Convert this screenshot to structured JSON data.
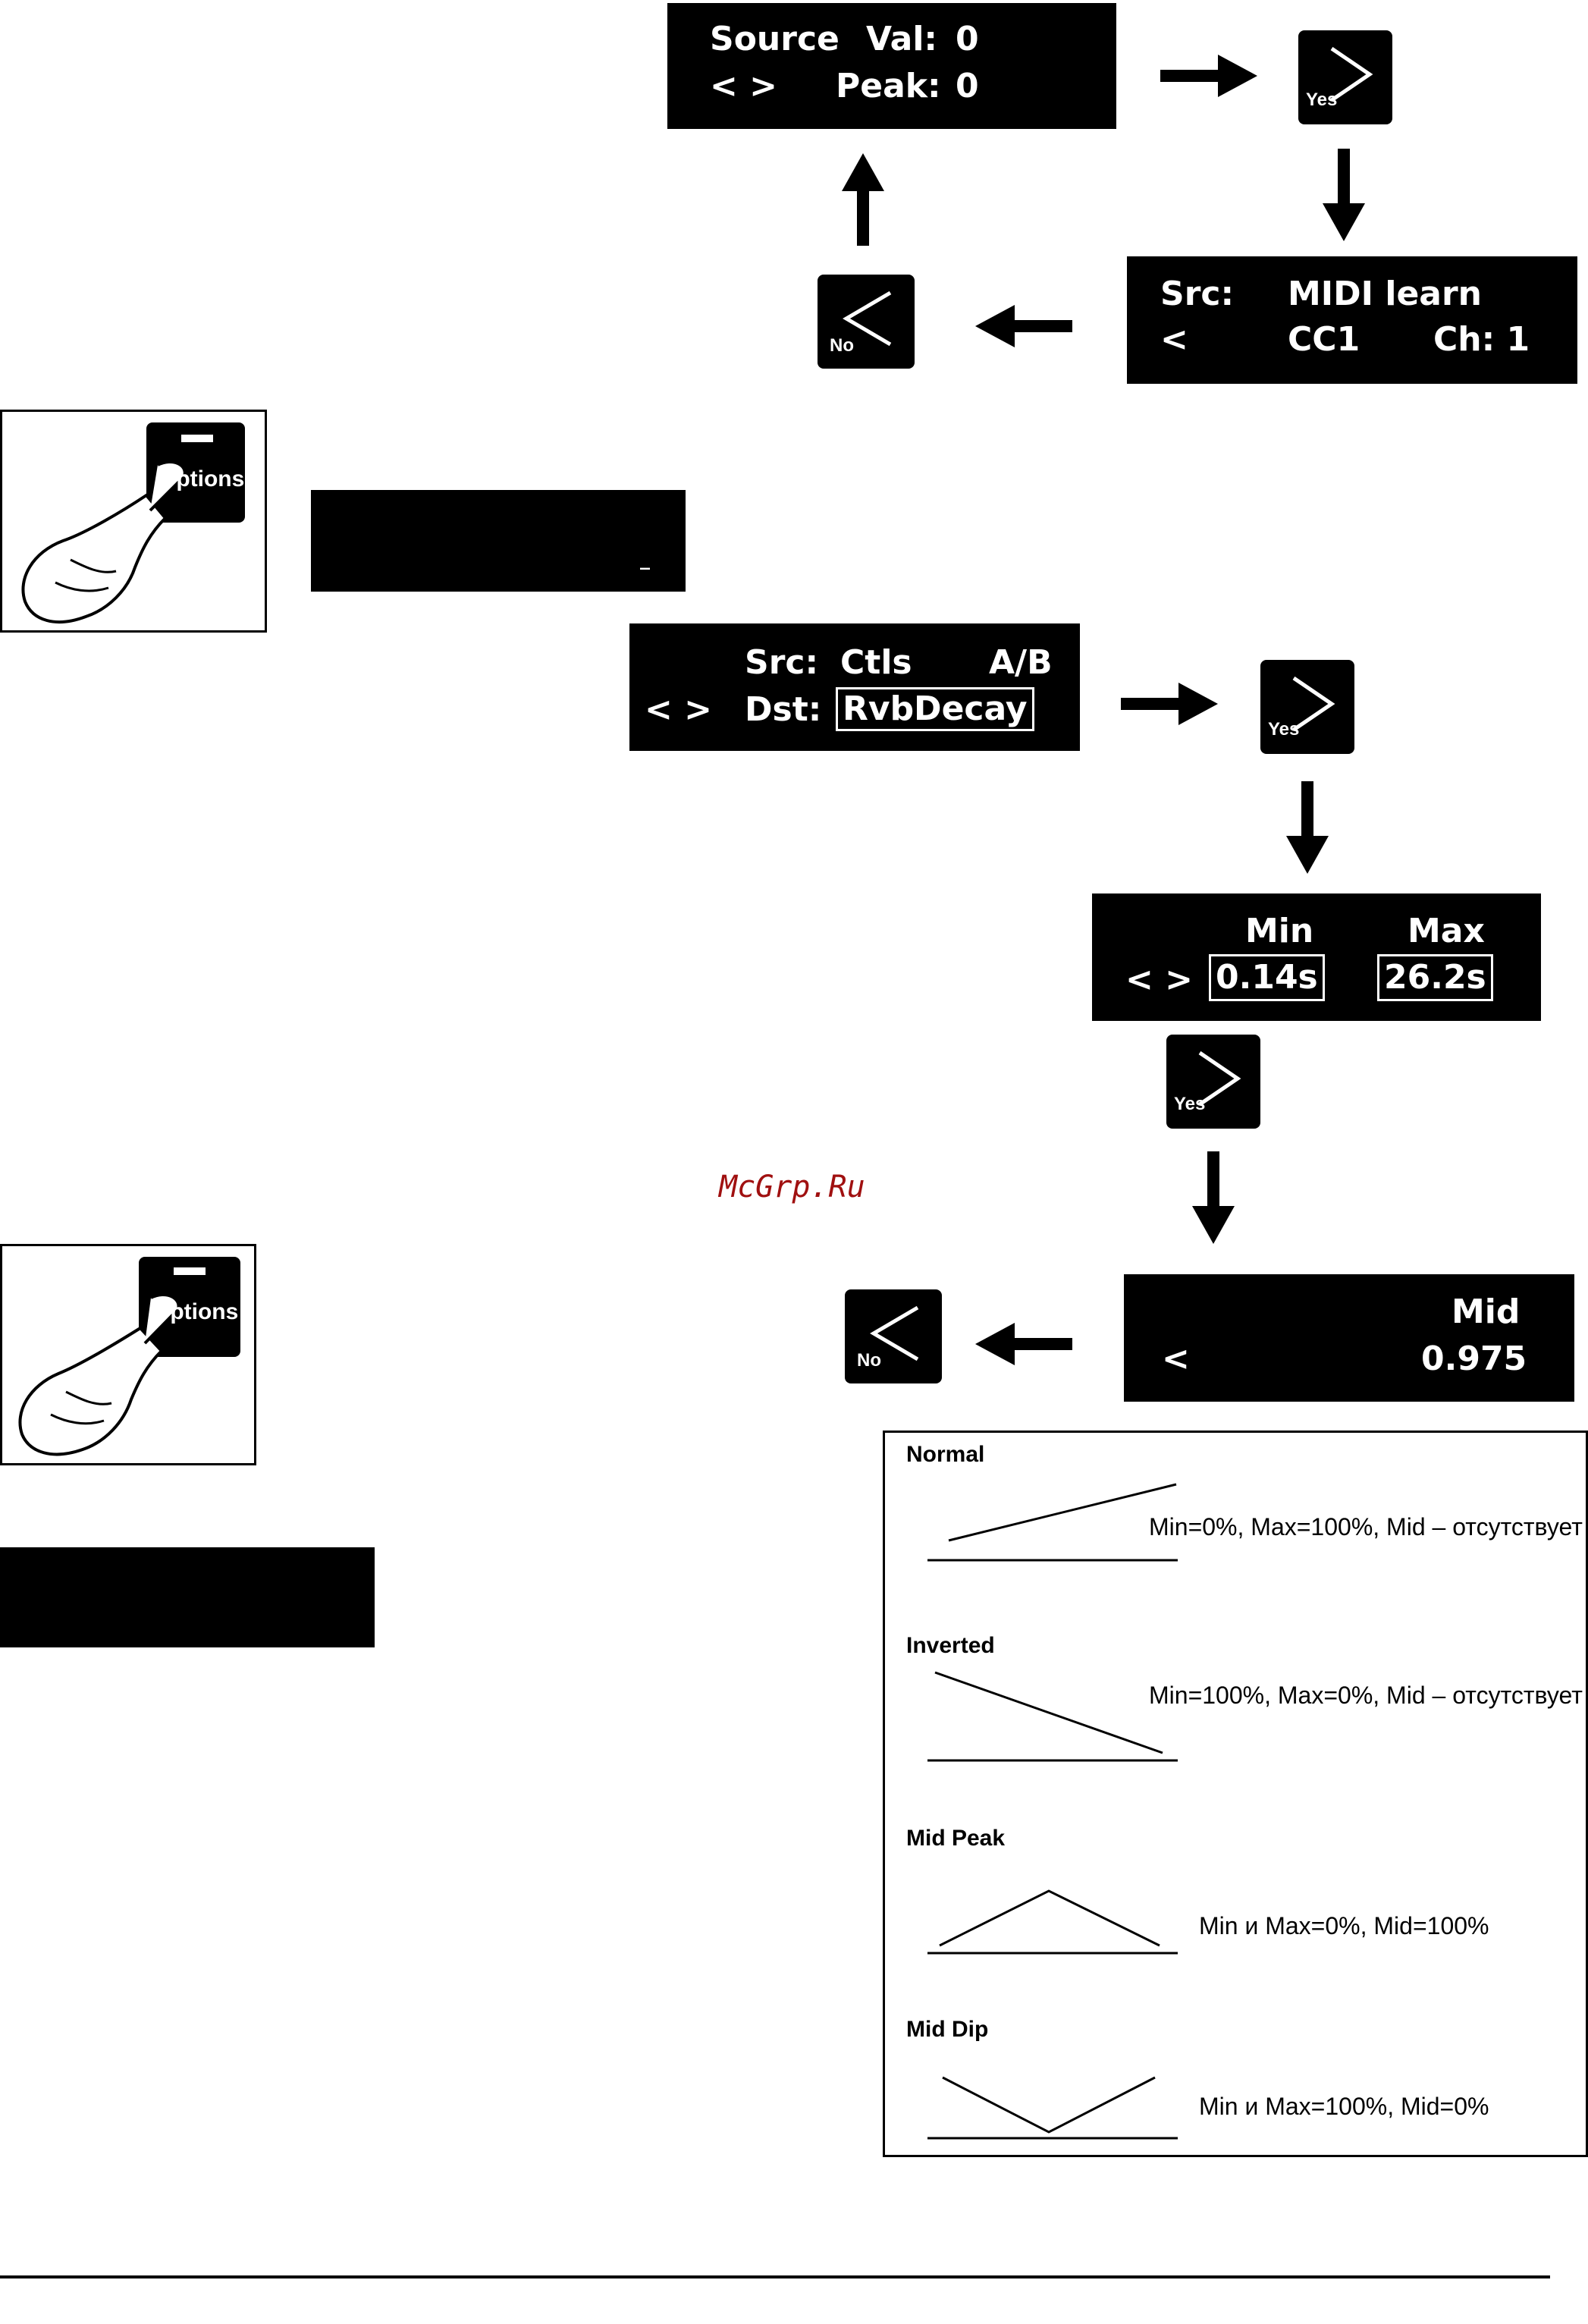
{
  "screens": {
    "source": {
      "line1_label": "Source",
      "val_label": "Val:",
      "val": "0",
      "nav": "< >",
      "peak_label": "Peak:",
      "peak": "0"
    },
    "src_midi": {
      "src_label": "Src:",
      "midi_learn": "MIDI  learn",
      "nav": "<",
      "cc": "CC1",
      "ch": "Ch: 1"
    },
    "src_dst": {
      "src_label": "Src:",
      "src_value": "Ctls",
      "ab": "A/B",
      "nav": "< >",
      "dst_label": "Dst:",
      "dst_value": "RvbDecay"
    },
    "min_max": {
      "min_label": "Min",
      "max_label": "Max",
      "nav": "< >",
      "min_value": "0.14s",
      "max_value": "26.2s"
    },
    "mid": {
      "mid_label": "Mid",
      "nav": "<",
      "mid_value": "0.975"
    },
    "blank_small": {
      "cursor": "_"
    }
  },
  "buttons": {
    "yes": "Yes",
    "no": "No",
    "options": "Options"
  },
  "watermark": "McGrp.Ru",
  "curves": [
    {
      "title": "Normal",
      "desc": "Min=0%, Max=100%, Mid – отсутствует"
    },
    {
      "title": "Inverted",
      "desc": "Min=100%, Max=0%, Mid – отсутствует"
    },
    {
      "title": "Mid Peak",
      "desc": "Min и Max=0%, Mid=100%"
    },
    {
      "title": "Mid Dip",
      "desc": "Min и Max=100%, Mid=0%"
    }
  ]
}
